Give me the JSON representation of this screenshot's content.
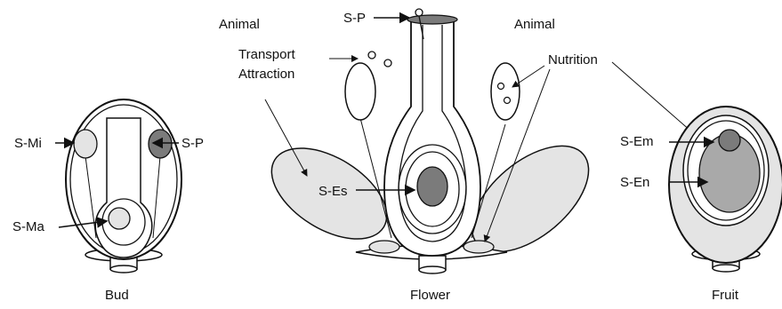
{
  "labels": {
    "bud": "Bud",
    "flower": "Flower",
    "fruit": "Fruit",
    "animal_left": "Animal",
    "animal_right": "Animal",
    "transport": "Transport",
    "attraction": "Attraction",
    "nutrition": "Nutrition",
    "bud_smi": "S-Mi",
    "bud_sp": "S-P",
    "bud_sma": "S-Ma",
    "flower_sp": "S-P",
    "flower_ses": "S-Es",
    "fruit_sem": "S-Em",
    "fruit_sen": "S-En"
  },
  "colors": {
    "stroke": "#111111",
    "light_gray": "#e4e4e4",
    "mid_gray": "#a9a9a9",
    "dark_gray": "#7b7b7b",
    "white": "#ffffff"
  }
}
